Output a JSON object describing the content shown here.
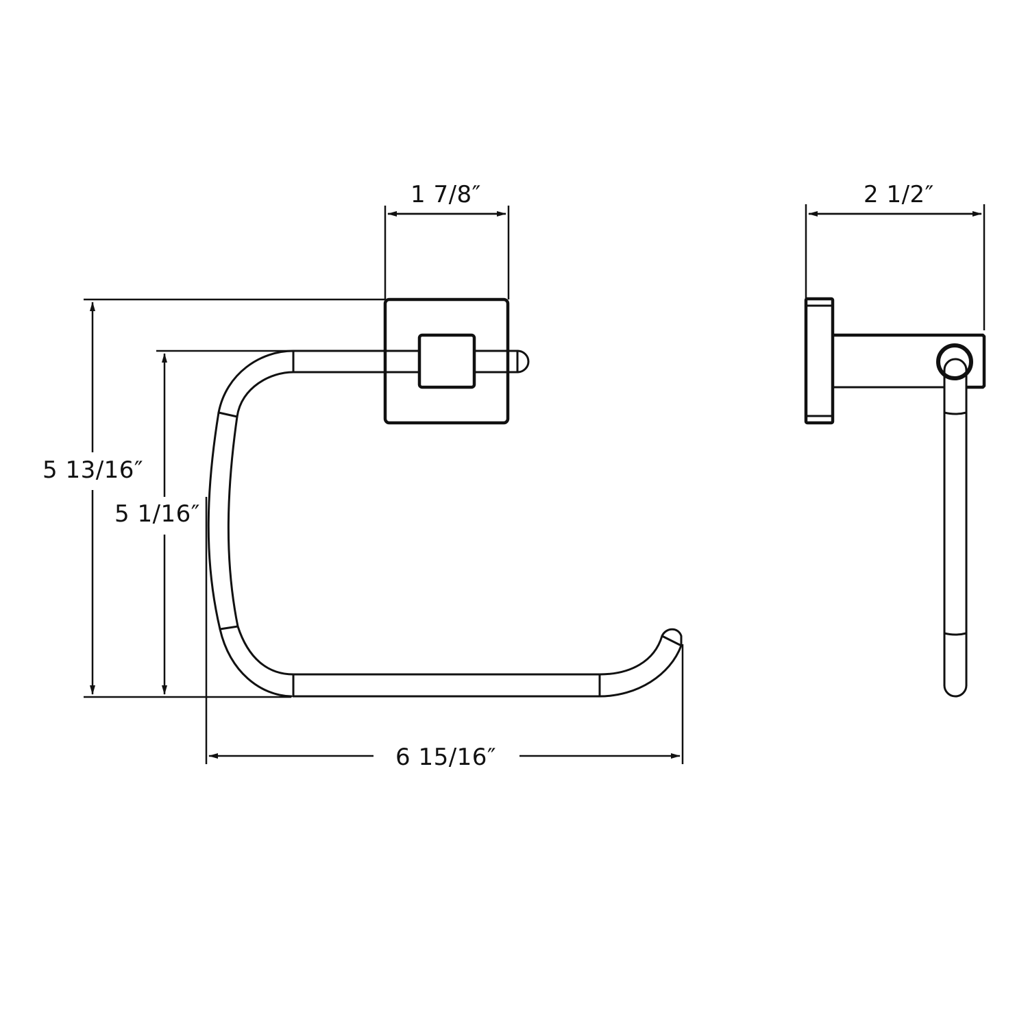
{
  "drawing": {
    "type": "technical dimension drawing",
    "subject": "towel ring / toilet paper holder with square mounting plate",
    "line_color": "#111111",
    "background_color": "#ffffff",
    "views": [
      {
        "name": "front-view"
      },
      {
        "name": "side-view"
      }
    ]
  },
  "dimensions": {
    "plate_width": "1 7/8″",
    "projection_depth": "2 1/2″",
    "overall_height": "5 13/16″",
    "ring_height": "5 1/16″",
    "overall_width": "6 15/16″"
  }
}
